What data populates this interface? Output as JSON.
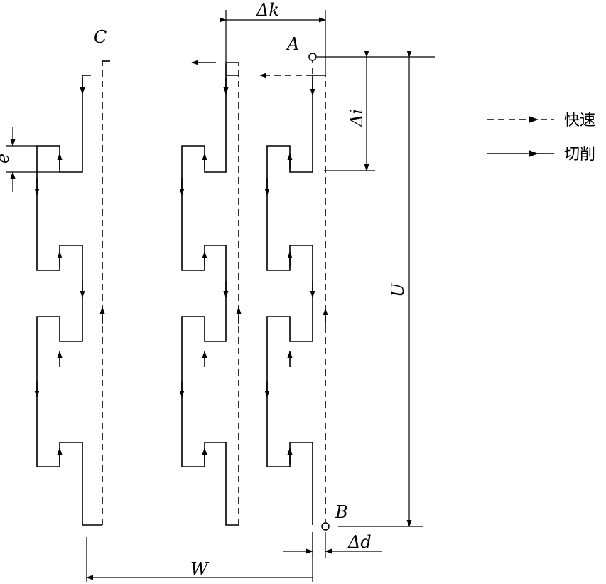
{
  "labels": {
    "A": "A",
    "B": "B",
    "C": "C",
    "delta_k": "Δk",
    "delta_i": "Δi",
    "delta_d": "Δd",
    "U": "U",
    "W": "W",
    "e": "e"
  },
  "legend": {
    "rapid": "快速",
    "cut": "切削"
  },
  "colors": {
    "line": "#000000",
    "background": "#ffffff"
  }
}
